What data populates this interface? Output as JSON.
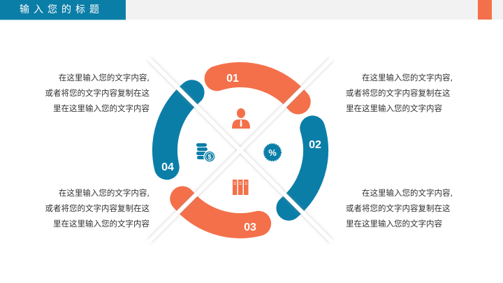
{
  "header": {
    "title": "输入您的标题"
  },
  "colors": {
    "orange": "#f4704a",
    "blue": "#0b7ea8",
    "header_bg": "#f2f2f2"
  },
  "segments": [
    {
      "number": "01",
      "color": "orange",
      "icon": "person-icon"
    },
    {
      "number": "02",
      "color": "blue",
      "icon": "percent-badge-icon"
    },
    {
      "number": "03",
      "color": "orange",
      "icon": "books-icon"
    },
    {
      "number": "04",
      "color": "blue",
      "icon": "coins-icon"
    }
  ],
  "icons": {
    "percent_symbol": "%",
    "dollar_symbol": "$"
  },
  "text_blocks": [
    {
      "lines": [
        "在这里输入您的文字内容,",
        "或者将您的文字内容复制在这",
        "里在这里输入您的文字内容"
      ]
    },
    {
      "lines": [
        "在这里输入您的文字内容,",
        "或者将您的文字内容复制在这",
        "里在这里输入您的文字内容"
      ]
    },
    {
      "lines": [
        "在这里输入您的文字内容,",
        "或者将您的文字内容复制在这",
        "里在这里输入您的文字内容"
      ]
    },
    {
      "lines": [
        "在这里输入您的文字内容,",
        "或者将您的文字内容复制在这",
        "里在这里输入您的文字内容"
      ]
    }
  ]
}
